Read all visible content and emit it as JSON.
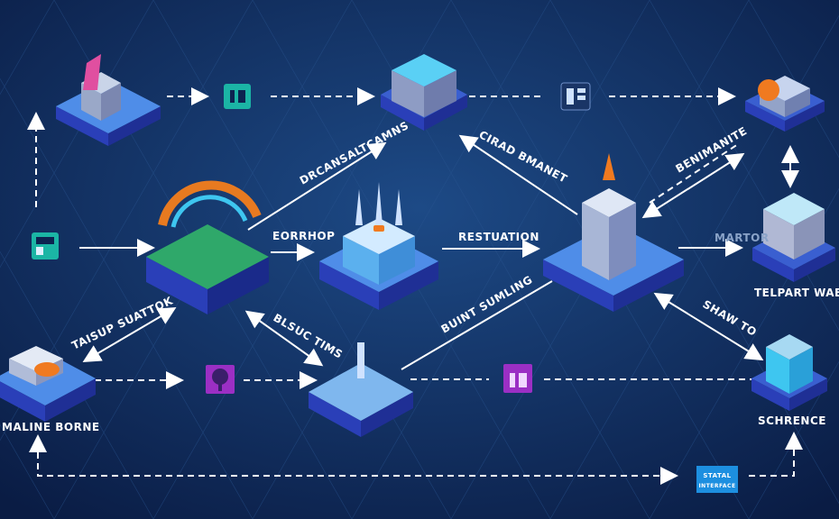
{
  "labels": {
    "top_left_diag": "DRCANSALTCAMNS",
    "top_right_diag": "CIRAD BMANET",
    "left_mid": "EORRHOP",
    "center_mid": "RESTUATION",
    "right_diag": "BENIMANITE",
    "right_mid": "MARTOR",
    "right_node": "TELPART WABLEN",
    "right_lower_diag": "SHAW TO",
    "center_lower_diag": "BUINT SUMLING",
    "left_lower_diag": "BLSUC TIMS",
    "far_left_diag": "TAISUP SUATTOK",
    "bottom_left_node": "MALINE BORNE",
    "bottom_right_node": "SCHRENCE",
    "bottom_box_line1": "STATAL",
    "bottom_box_line2": "INTERFACE"
  },
  "colors": {
    "background": "#0d2350",
    "block_top": "#4f8de8",
    "block_side": "#2a3fb8",
    "accent_teal": "#1bb5a5",
    "accent_purple": "#9b2fc4",
    "accent_orange": "#f07a20",
    "accent_cyan": "#3ec6f0"
  }
}
